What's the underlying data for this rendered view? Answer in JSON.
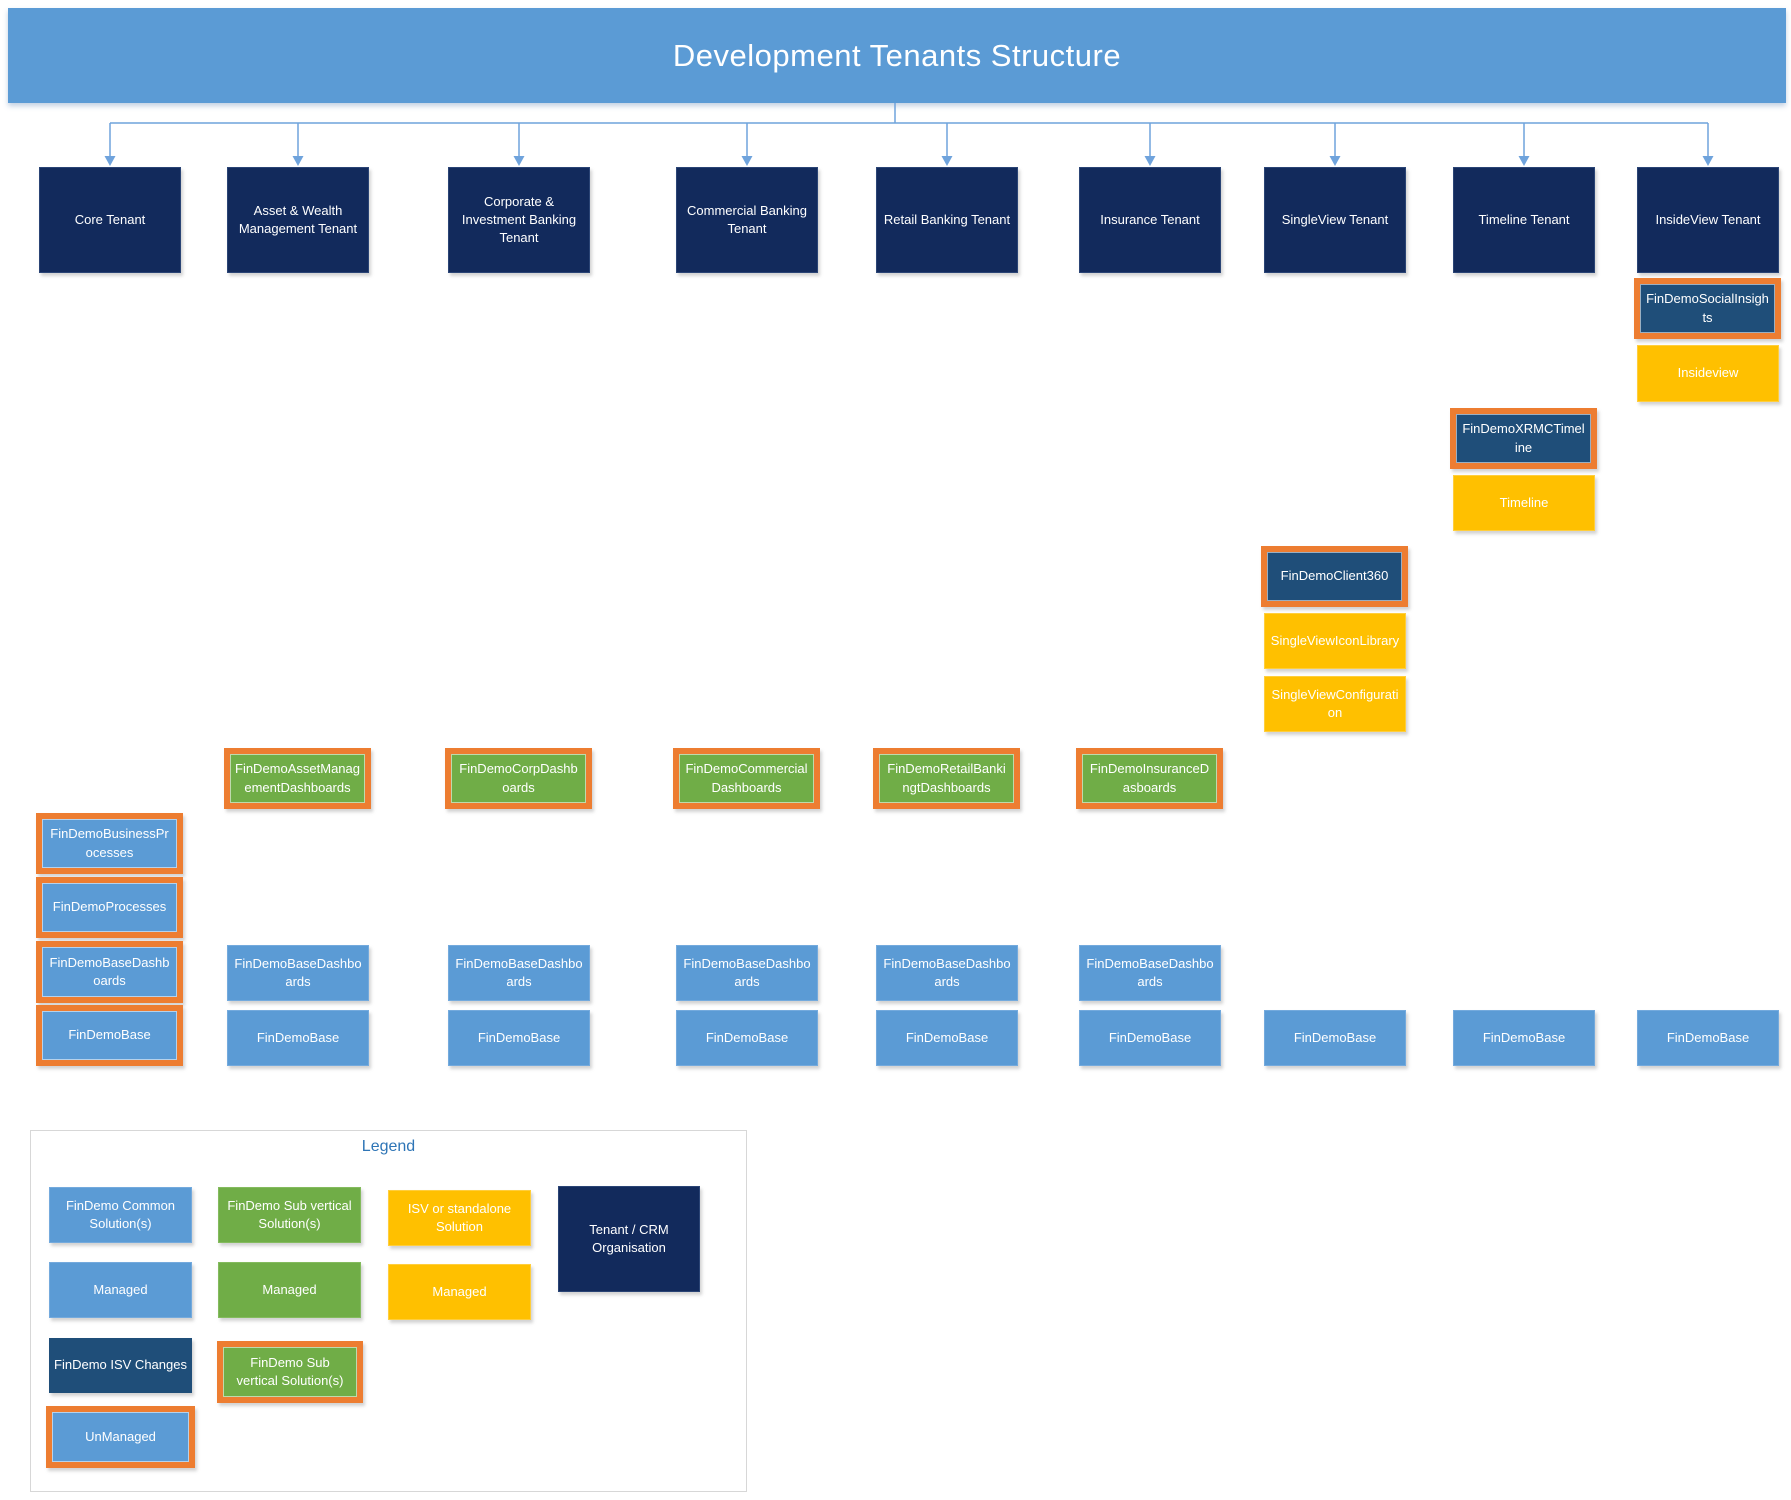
{
  "title": "Development Tenants Structure",
  "colors": {
    "banner_blue": "#5B9BD5",
    "tenant_navy": "#122A5C",
    "isv_navy": "#1F4E79",
    "common_solution_blue": "#5B9BD5",
    "sub_vertical_green": "#70AD47",
    "standalone_yellow": "#FFC000",
    "unmanaged_border_orange": "#ED7D31",
    "connector_blue": "#6FA3DC",
    "legend_title_blue": "#2E75B6"
  },
  "tenants": [
    "Core Tenant",
    "Asset & Wealth Management Tenant",
    "Corporate & Investment Banking Tenant",
    "Commercial Banking Tenant",
    "Retail Banking Tenant",
    "Insurance Tenant",
    "SingleView Tenant",
    "Timeline Tenant",
    "InsideView Tenant"
  ],
  "solutions": {
    "social_insights": "FinDemoSocialInsights",
    "insideview": "Insideview",
    "xrmc_timeline": "FinDemoXRMCTimeline",
    "timeline": "Timeline",
    "client360": "FinDemoClient360",
    "singleview_icon_library": "SingleViewIconLibrary",
    "singleview_configuration": "SingleViewConfiguration",
    "asset_management_dashboards": "FinDemoAssetManagementDashboards",
    "corp_dashboards": "FinDemoCorpDashboards",
    "commercial_dashboards": "FinDemoCommercial Dashboards",
    "retail_banking_dashboards": "FinDemoRetailBankingtDashboards",
    "insurance_dashboards": "FinDemoInsuranceDasboards",
    "business_processes": "FinDemoBusinessProcesses",
    "processes": "FinDemoProcesses",
    "base_dashboards": "FinDemoBaseDashboards",
    "base": "FinDemoBase"
  },
  "legend": {
    "title": "Legend",
    "items": {
      "common": "FinDemo Common Solution(s)",
      "sub_vertical": "FinDemo Sub vertical Solution(s)",
      "isv_standalone": "ISV or standalone Solution",
      "tenant_org": "Tenant / CRM Organisation",
      "managed_common": "Managed",
      "managed_sub_vertical": "Managed",
      "managed_isv": "Managed",
      "isv_changes": "FinDemo ISV Changes",
      "sub_vertical_unmanaged": "FinDemo Sub vertical Solution(s)",
      "unmanaged": "UnManaged"
    }
  }
}
